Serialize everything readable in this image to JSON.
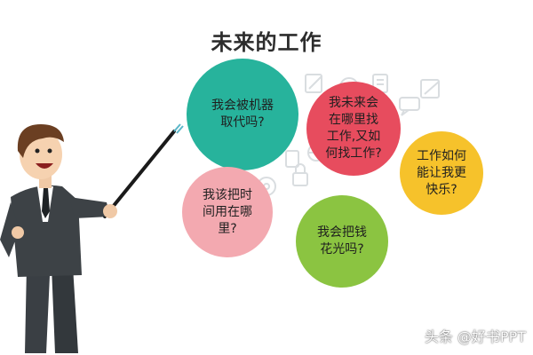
{
  "title": "未来的工作",
  "colors": {
    "teal": "#27b39c",
    "red": "#e74c5e",
    "yellow": "#f6c22b",
    "pink": "#f3a9b0",
    "green": "#8bc441",
    "icon_gray": "#d9dde0",
    "suit": "#3d4246"
  },
  "bubbles": [
    {
      "text": "我会被机器\n取代吗?",
      "color": "teal"
    },
    {
      "text": "我未来会\n在哪里找\n工作,又如\n何找工作?",
      "color": "red"
    },
    {
      "text": "工作如何\n能让我更\n快乐?",
      "color": "yellow"
    },
    {
      "text": "我该把时\n间用在哪\n里?",
      "color": "pink"
    },
    {
      "text": "我会把钱\n花光吗?",
      "color": "green"
    }
  ],
  "watermark": "头条 @好书PPT",
  "icons": [
    "gear-icon",
    "lightbulb-icon",
    "pencil-icon",
    "document-icon",
    "lock-icon",
    "chat-icon",
    "globe-icon"
  ]
}
